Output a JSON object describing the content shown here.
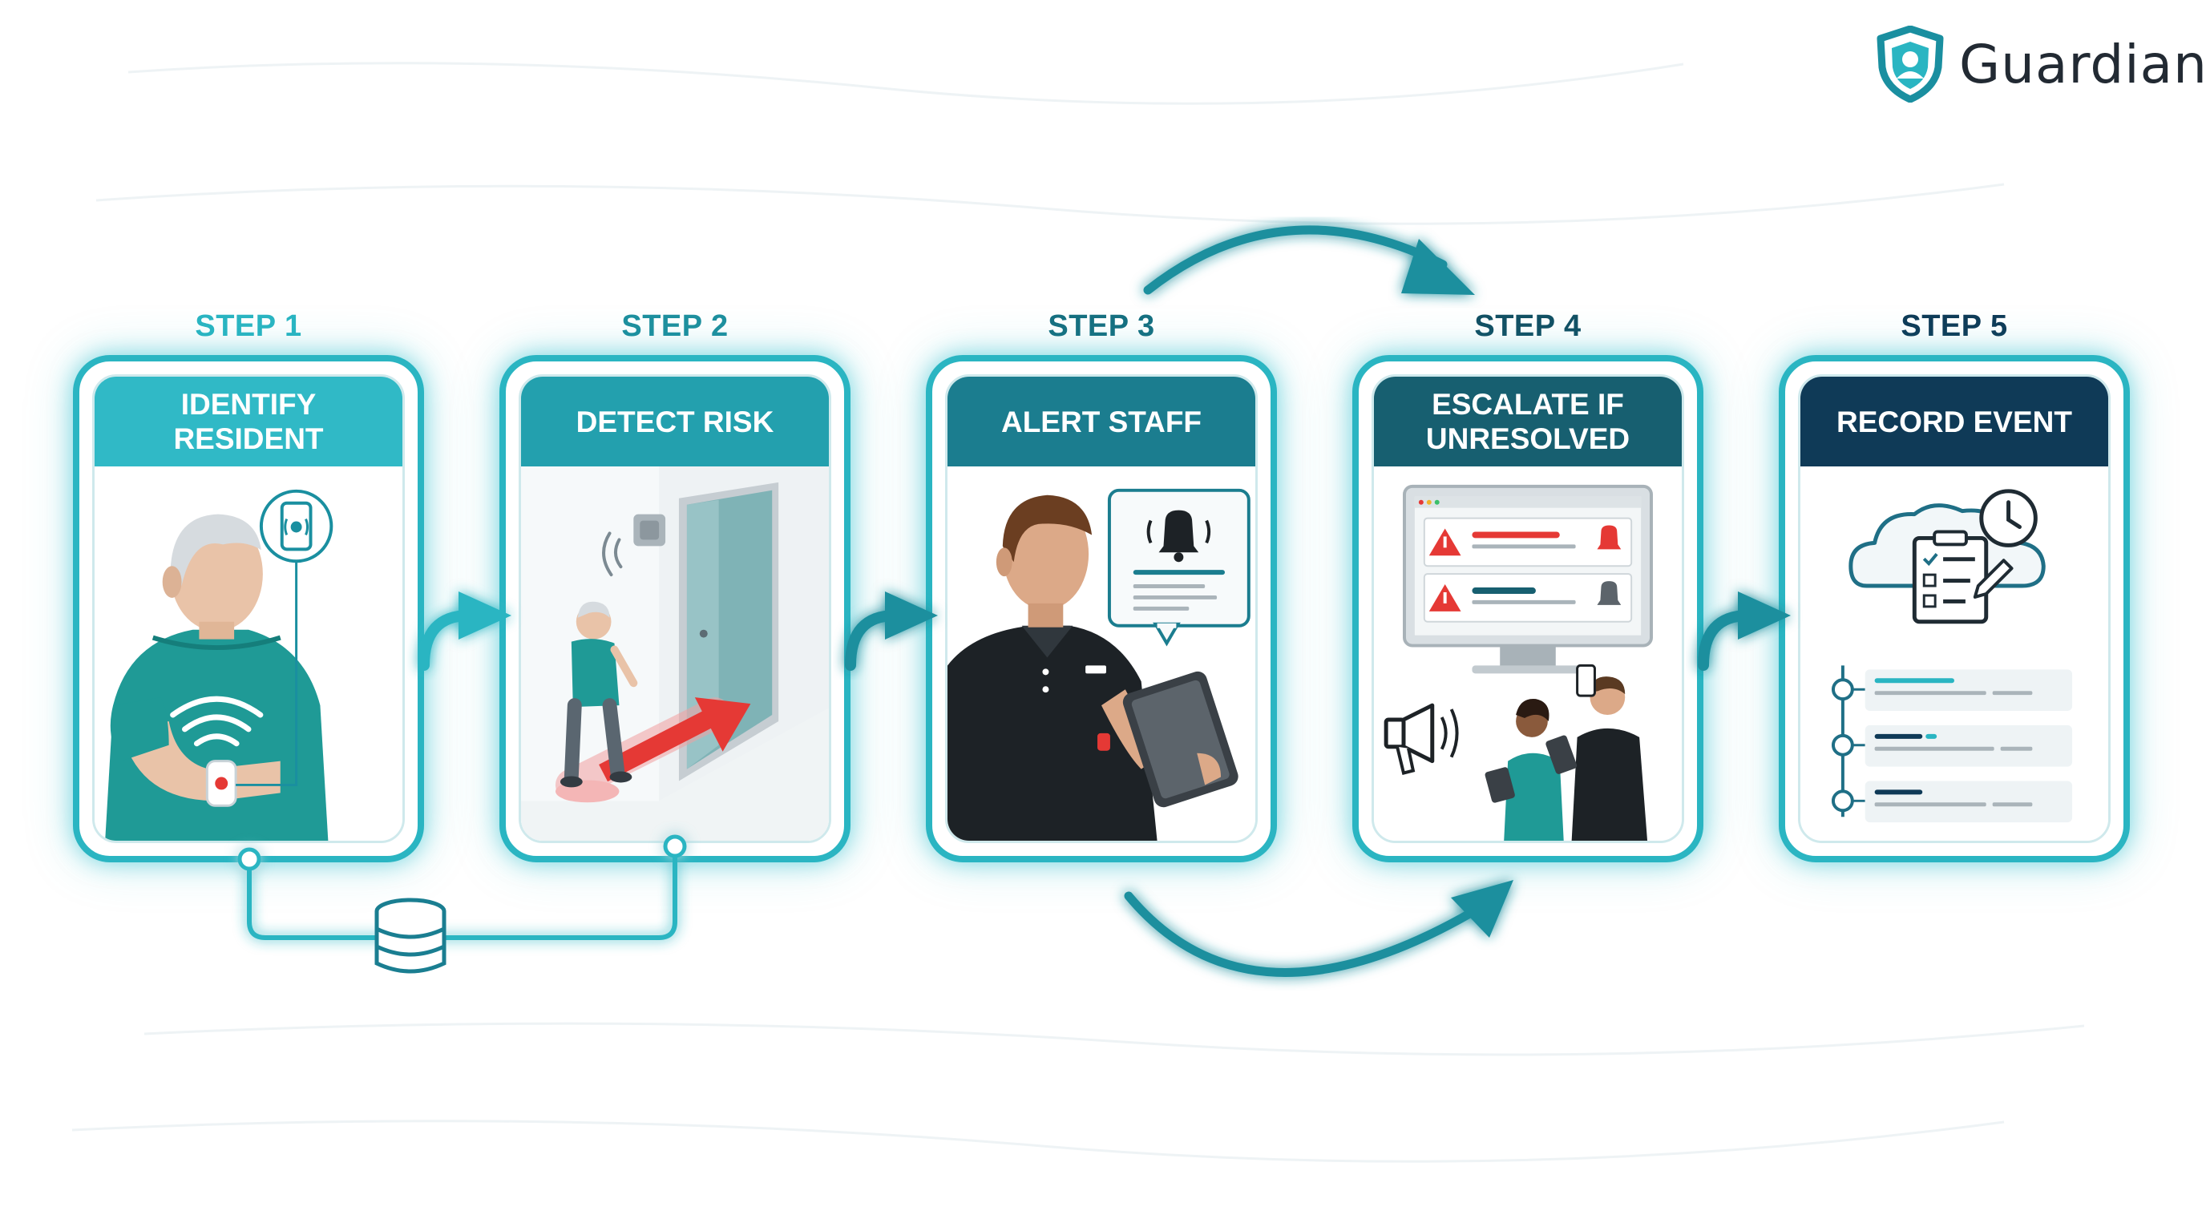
{
  "brand": {
    "name": "Guardian",
    "icon": "shield-person-icon"
  },
  "colors": {
    "teal_light": "#2ab5c2",
    "teal_mid": "#1e8f9e",
    "teal_dark": "#166f80",
    "navy": "#0f3a57",
    "alert_red": "#e53935"
  },
  "steps": [
    {
      "label": "STEP 1",
      "title": "IDENTIFY\nRESIDENT",
      "label_color": "#2ab5c2",
      "header_color": "#30b9c6"
    },
    {
      "label": "STEP 2",
      "title": "DETECT RISK",
      "label_color": "#1e8f9e",
      "header_color": "#23a0ae"
    },
    {
      "label": "STEP 3",
      "title": "ALERT STAFF",
      "label_color": "#166f80",
      "header_color": "#1b7d8f"
    },
    {
      "label": "STEP 4",
      "title": "ESCALATE IF\nUNRESOLVED",
      "label_color": "#124f63",
      "header_color": "#175f70"
    },
    {
      "label": "STEP 5",
      "title": "RECORD EVENT",
      "label_color": "#0f3a57",
      "header_color": "#0f3a57"
    }
  ]
}
